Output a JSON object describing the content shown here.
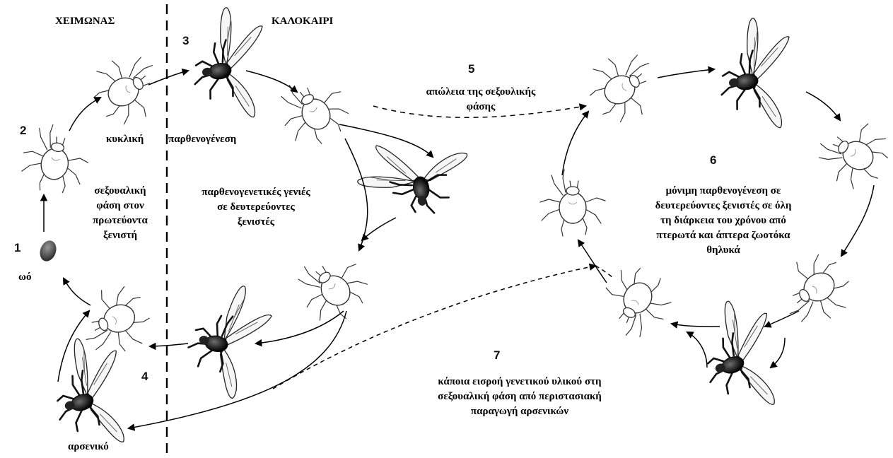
{
  "colors": {
    "accent": "#000000",
    "body_fill": "#ffffff",
    "winged_body": "#2a2a2a",
    "egg": "#3c3c3c"
  },
  "headers": {
    "winter": "ΧΕΙΜΩΝΑΣ",
    "summer": "ΚΑΛΟΚΑΙΡΙ"
  },
  "numbers": [
    "1",
    "2",
    "3",
    "4",
    "5",
    "6",
    "7"
  ],
  "labels": {
    "egg": "ωό",
    "male": "αρσενικό",
    "cyclic": "κυκλική",
    "parthenogenesis": "παρθενογένεση",
    "sexual_phase": [
      "σεξουαλική",
      "φάση στον",
      "πρωτεύοντα",
      "ξενιστή"
    ],
    "secondary_generations": [
      "παρθενογενετικές γενιές",
      "σε δευτερεύοντες",
      "ξενιστές"
    ],
    "loss_sexual": [
      "απώλεια της σεξουλικής",
      "φάσης"
    ],
    "permanent_parthenogenesis": [
      "μόνιμη παρθενογένεση σε",
      "δευτερεύοντες ξενιστές σε όλη",
      "τη διάρκεια του χρόνου από",
      "πτερωτά και άπτερα ζωοτόκα",
      "θηλυκά"
    ],
    "gene_flow": [
      "κάποια εισροή γενετικού υλικού στη",
      "σεξουαλική φάση  από περιστασιακή",
      "παραγωγή αρσενικών"
    ]
  }
}
